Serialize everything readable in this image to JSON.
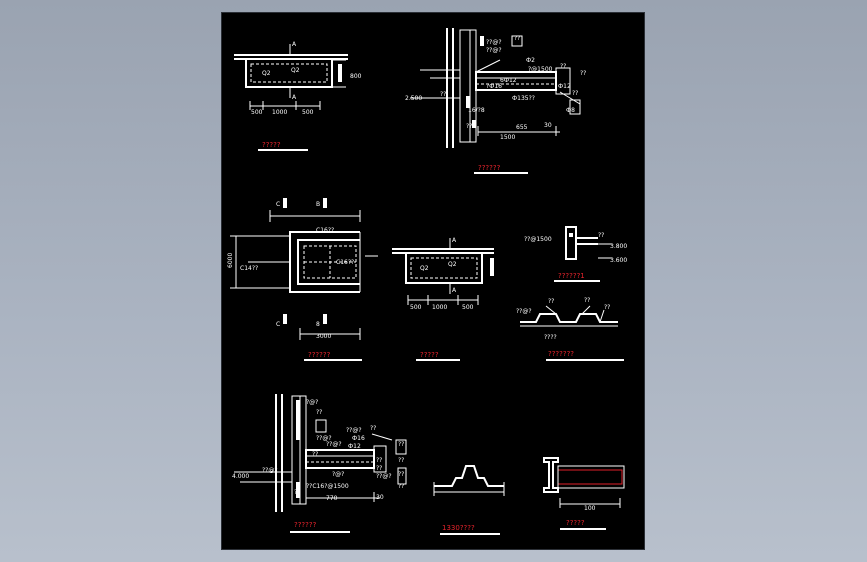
{
  "colors": {
    "background": "#a3acba",
    "sheet": "#000000",
    "lines": "#ffffff",
    "captions": "#e8242c"
  },
  "d1": {
    "labels": [
      "A",
      "Q2",
      "Q2",
      "A",
      "800",
      "500",
      "1000",
      "500"
    ],
    "caption": "?????"
  },
  "d2": {
    "labels": [
      "??",
      "??@?",
      "Ф2",
      "?@1500",
      "??",
      "??",
      "2.500",
      "??",
      "Ф12",
      "6Ф12",
      "16/?8",
      "??@?",
      "?Ф16",
      "??",
      "1500",
      "655",
      "30",
      "Ф135??",
      "Ф8",
      "??"
    ],
    "caption": "??????"
  },
  "d3": {
    "labels": [
      "C",
      "B",
      "C16??",
      "6000",
      "C14??",
      "C16??",
      "8",
      "C",
      "3000"
    ],
    "caption": "??????"
  },
  "d4": {
    "labels": [
      "A",
      "Q2",
      "Q2",
      "A",
      "500",
      "1000",
      "500"
    ],
    "caption": "?????"
  },
  "d5": {
    "labels": [
      "??@1500",
      "??",
      "3.800",
      "3.600"
    ],
    "caption": "??????1"
  },
  "d6": {
    "labels": [
      "??",
      "??",
      "??",
      "??@?",
      "????"
    ],
    "caption": "???????"
  },
  "d7": {
    "labels": [
      "?@?",
      "??",
      "??@?",
      "??",
      "Ф16",
      "Ф12",
      "??@?",
      "??",
      "??@?",
      "??",
      "??",
      "??",
      "?@?",
      "??",
      "??@?",
      "??",
      "??",
      "4.000",
      "??@?",
      "??C16?@1500",
      "770",
      "30",
      "??"
    ],
    "caption": "??????"
  },
  "d8": {
    "caption": "1330????"
  },
  "d9": {
    "labels": [
      "100"
    ],
    "caption": "?????"
  }
}
